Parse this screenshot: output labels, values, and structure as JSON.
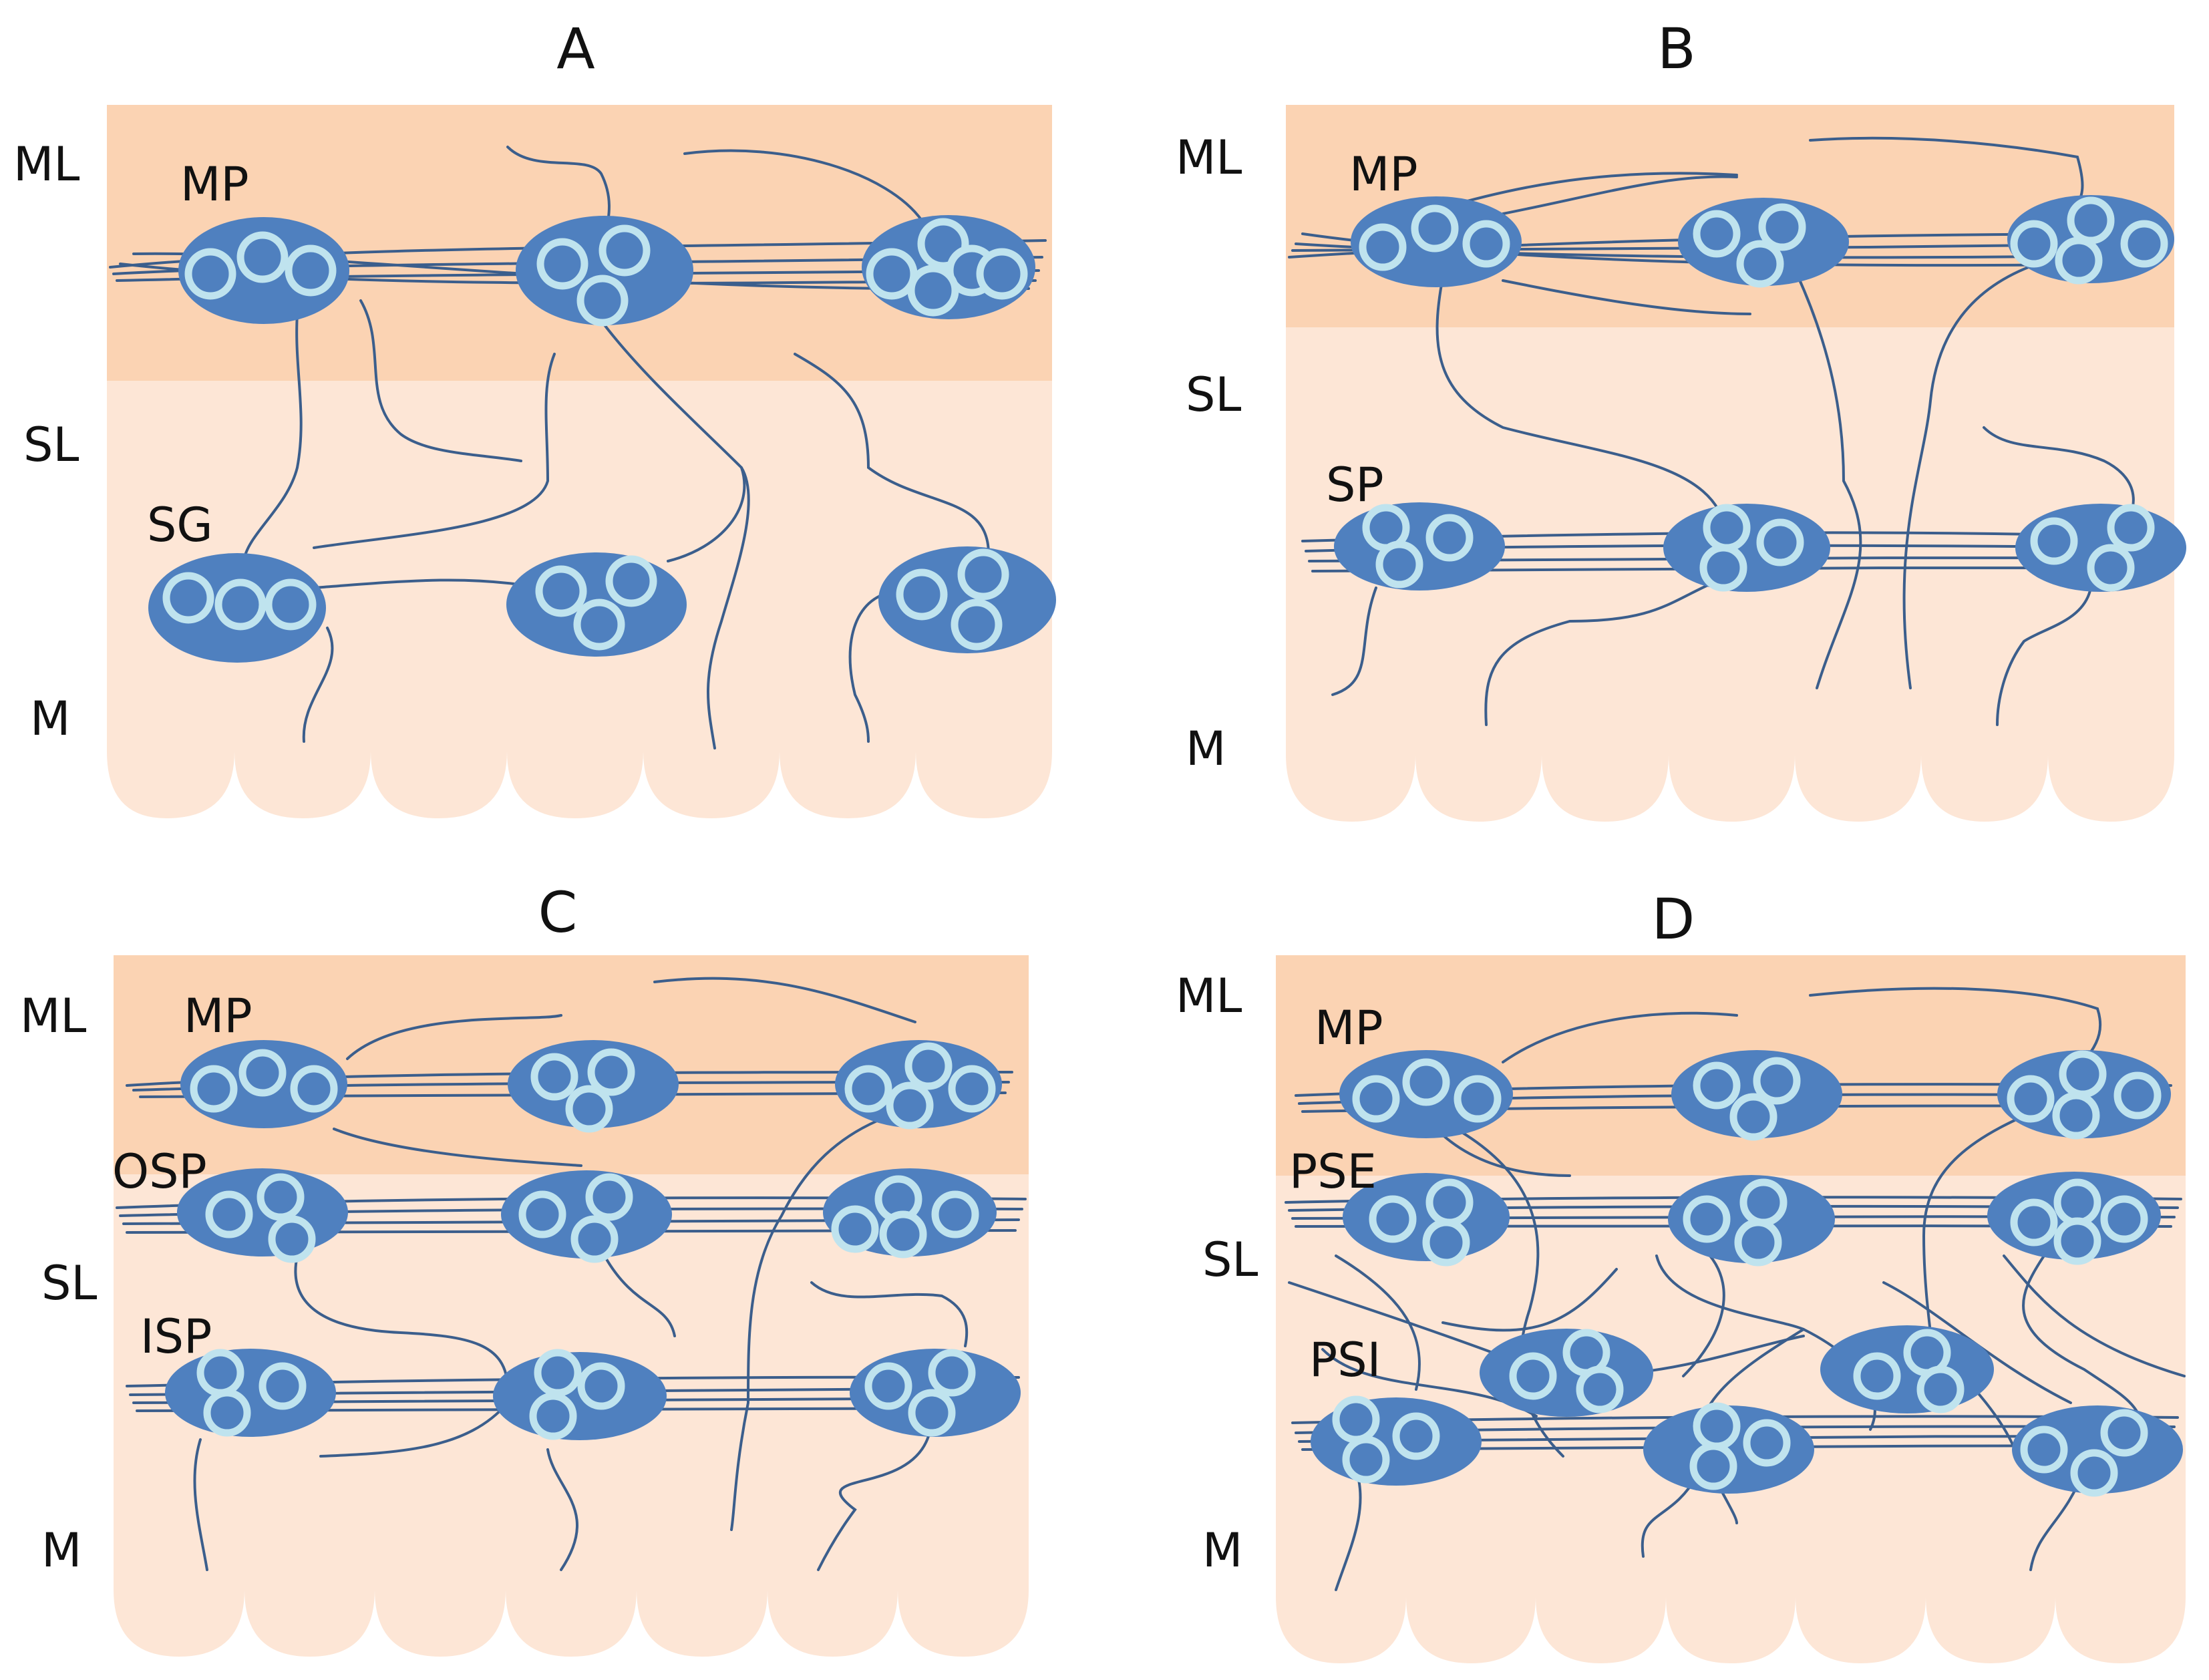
{
  "colors": {
    "mucosa_layer": "#fbd3b3",
    "submucosa_layer": "#fde6d6",
    "ganglion": "#4f80bf",
    "neuron_ring": "#bfe3ee",
    "nerve_fiber": "#3b5e8c"
  },
  "panels": [
    {
      "id": "A",
      "title": "A",
      "layers": [
        "ML",
        "SL",
        "M"
      ],
      "plexuses": [
        "MP",
        "SG"
      ]
    },
    {
      "id": "B",
      "title": "B",
      "layers": [
        "ML",
        "SL",
        "M"
      ],
      "plexuses": [
        "MP",
        "SP"
      ]
    },
    {
      "id": "C",
      "title": "C",
      "layers": [
        "ML",
        "SL",
        "M"
      ],
      "plexuses": [
        "MP",
        "OSP",
        "ISP"
      ]
    },
    {
      "id": "D",
      "title": "D",
      "layers": [
        "ML",
        "SL",
        "M"
      ],
      "plexuses": [
        "MP",
        "PSE",
        "PSI"
      ]
    }
  ]
}
